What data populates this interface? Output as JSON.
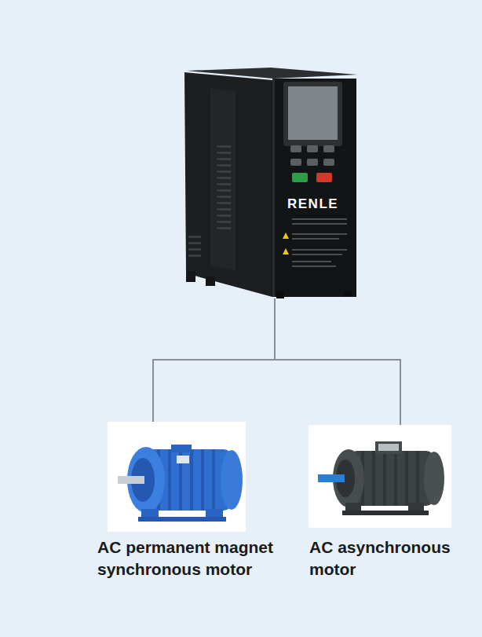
{
  "diagram": {
    "nodes": [
      {
        "text": [
          "RENLE"
        ]
      },
      {
        "text": [
          "AC permanent magnet synchronous motor"
        ]
      },
      {
        "text": [
          "AC asynchronous motor"
        ]
      }
    ],
    "edges": [
      {
        "from": 0,
        "to": 1,
        "arrow": "none"
      },
      {
        "from": 0,
        "to": 2,
        "arrow": "none"
      }
    ]
  }
}
